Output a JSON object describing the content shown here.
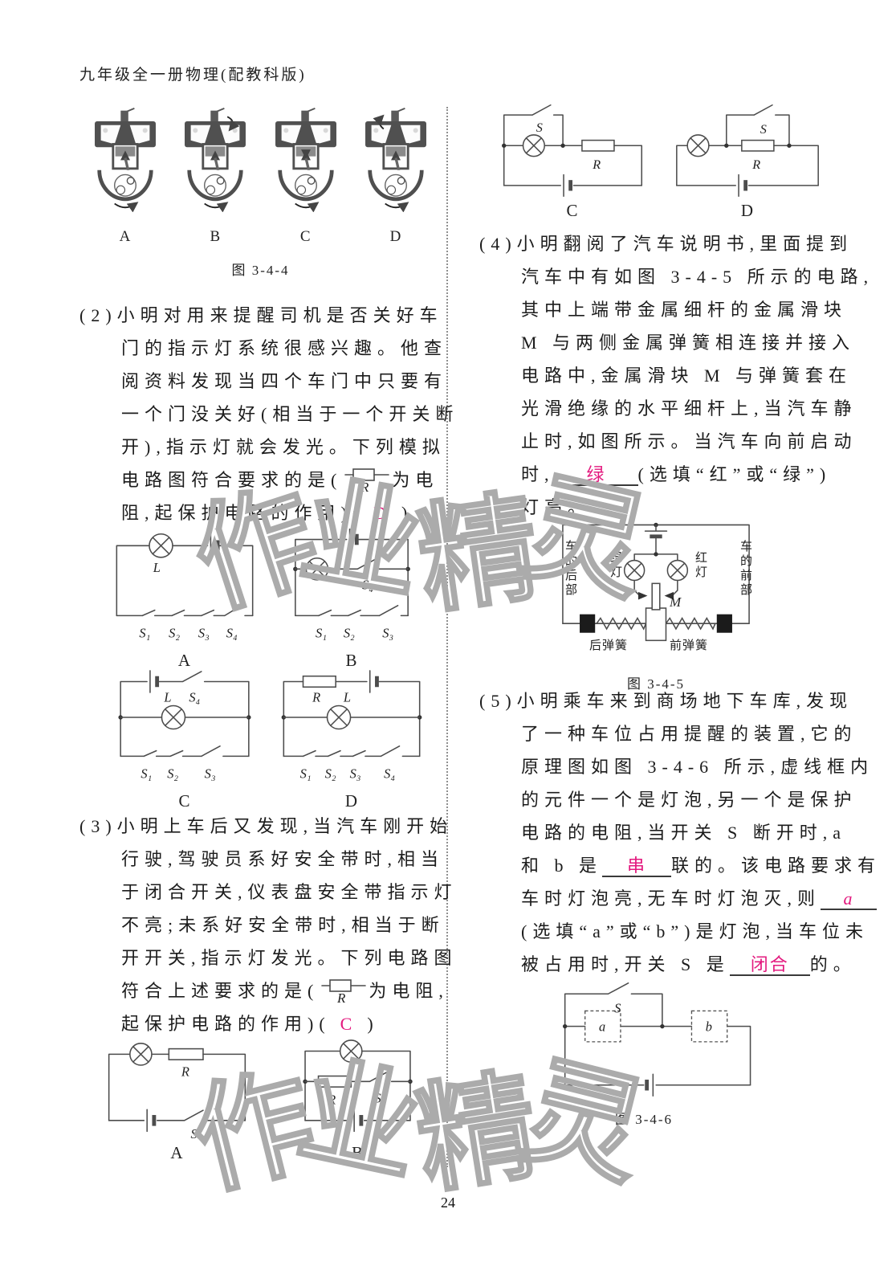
{
  "page": {
    "header": "九年级全一册物理(配教科版)",
    "page_number": "24",
    "accent_pink": "#e3197e",
    "watermark_chars": [
      "作",
      "业",
      "精",
      "灵"
    ]
  },
  "fig344": {
    "letters": [
      "A",
      "B",
      "C",
      "D"
    ],
    "caption": "图 3-4-4"
  },
  "q2": {
    "lines": [
      "(2)小明对用来提醒司机是否关好车",
      "门的指示灯系统很感兴趣。他查",
      "阅资料发现当四个车门中只要有",
      "一个门没关好(相当于一个开关断",
      "开),指示灯就会发光。下列模拟",
      "电路图符合要求的是("
    ],
    "resistor_label": "R",
    "line6_tail": "为电",
    "line7_head": "阻,起保护电路的作用)(",
    "answer": "D",
    "close_paren": ")"
  },
  "q2_circuits": {
    "a": {
      "lamp": "L",
      "sw": [
        "S₁",
        "S₂",
        "S₃",
        "S₄"
      ],
      "letter": "A"
    },
    "b": {
      "lamp": "L",
      "psw": "S₄",
      "sw": [
        "S₁",
        "S₂",
        "S₃"
      ],
      "letter": "B"
    },
    "c": {
      "lamp": "L",
      "tsw": "S₄",
      "sw": [
        "S₁",
        "S₂",
        "S₃"
      ],
      "letter": "C"
    },
    "d": {
      "lamp": "L",
      "res": "R",
      "sw": [
        "S₁",
        "S₂",
        "S₃",
        "S₄"
      ],
      "letter": "D"
    }
  },
  "q3": {
    "lines": [
      "(3)小明上车后又发现,当汽车刚开始",
      "行驶,驾驶员系好安全带时,相当",
      "于闭合开关,仪表盘安全带指示灯",
      "不亮;未系好安全带时,相当于断",
      "开开关,指示灯发光。下列电路图",
      "符合上述要求的是("
    ],
    "resistor_label": "R",
    "line6_tail": "为电阻,",
    "line7_head": "起保护电路的作用)(",
    "answer": "C",
    "close_paren": ")"
  },
  "q3_circuits": {
    "a": {
      "res": "R",
      "sw": "S",
      "letter": "A"
    },
    "b": {
      "res": "R",
      "sw": "S",
      "letter": "B"
    },
    "c": {
      "sw": "S",
      "res": "R",
      "letter": "C"
    },
    "d": {
      "sw": "S",
      "res": "R",
      "letter": "D"
    }
  },
  "q4": {
    "lines": [
      "(4)小明翻阅了汽车说明书,里面提到",
      "汽车中有如图 3-4-5 所示的电路,",
      "其中上端带金属细杆的金属滑块",
      "M 与两侧金属弹簧相连接并接入",
      "电路中,金属滑块 M 与弹簧套在",
      "光滑绝缘的水平细杆上,当汽车静",
      "止时,如图所示。当汽车向前启动"
    ],
    "line8_head": "时,",
    "blank_answer": "绿",
    "line8_tail": "(选填“红”或“绿”)",
    "line9": "灯亮。"
  },
  "fig345": {
    "car_rear": "车的后部",
    "car_front": "车的前部",
    "green_lamp": "绿灯",
    "red_lamp": "红灯",
    "slider": "M",
    "rear_spring": "后弹簧",
    "front_spring": "前弹簧",
    "caption": "图 3-4-5"
  },
  "q5": {
    "lines": [
      "(5)小明乘车来到商场地下车库,发现",
      "了一种车位占用提醒的装置,它的",
      "原理图如图 3-4-6 所示,虚线框内",
      "的元件一个是灯泡,另一个是保护",
      "电路的电阻,当开关 S 断开时,a"
    ],
    "line6_head": "和 b 是",
    "blank1": "串",
    "line6_tail": "联的。该电路要求有",
    "line7_head": "车时灯泡亮,无车时灯泡灭,则",
    "blank2": "a",
    "line8": "(选填“a”或“b”)是灯泡,当车位未",
    "line9_head": "被占用时,开关 S 是",
    "blank3": "闭合",
    "line9_tail": "的。"
  },
  "fig346": {
    "sw": "S",
    "box_a": "a",
    "box_b": "b",
    "caption": "图 3-4-6"
  }
}
